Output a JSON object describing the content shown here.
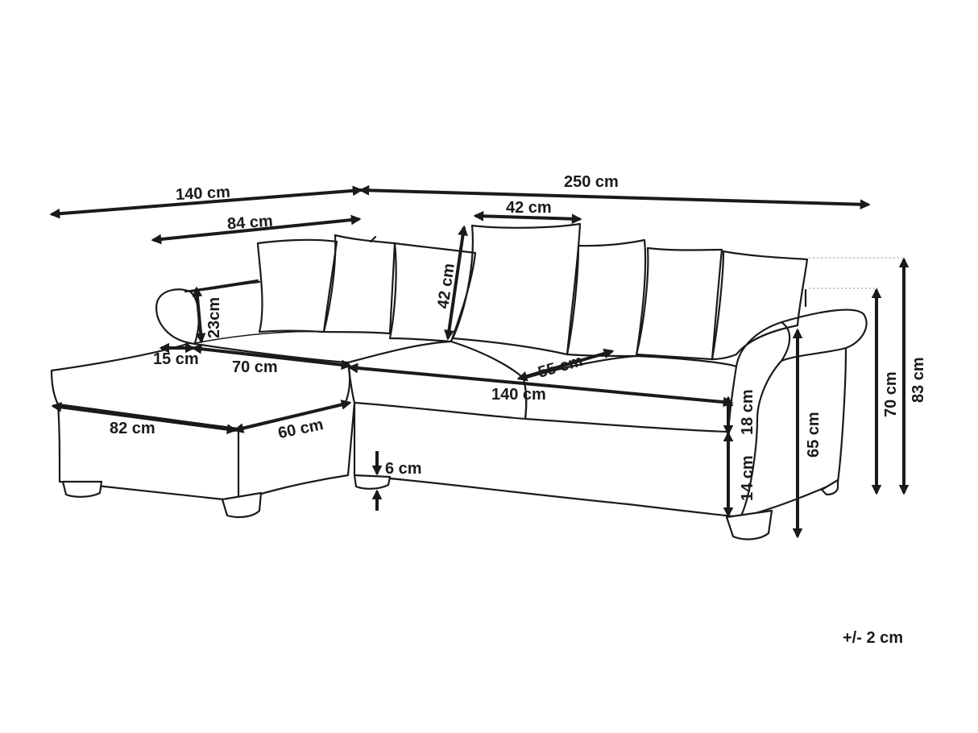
{
  "dimensions": {
    "total_depth_chaise": "140 cm",
    "total_width": "250 cm",
    "chaise_cushion_depth": "84 cm",
    "pillow_width": "42 cm",
    "pillow_height": "42 cm",
    "armrest_height": "23cm",
    "armrest_width": "15 cm",
    "chaise_seat_depth": "70 cm",
    "seat_depth": "55 cm",
    "seat_width": "140 cm",
    "chaise_length": "82 cm",
    "chaise_width": "60 cm",
    "cushion_height": "18 cm",
    "base_height": "14 cm",
    "leg_height": "6 cm",
    "arm_height": "65 cm",
    "back_height": "70 cm",
    "total_height": "83 cm"
  },
  "tolerance": "+/- 2 cm"
}
